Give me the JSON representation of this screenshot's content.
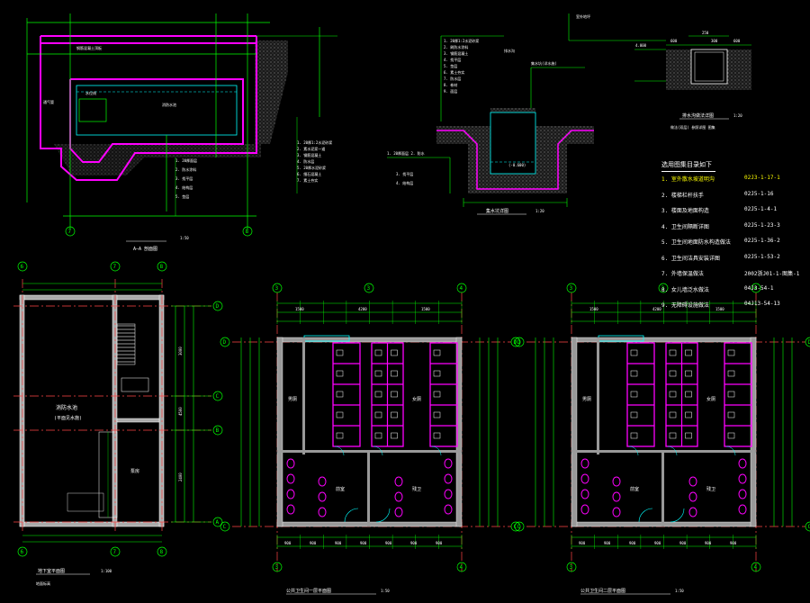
{
  "colors": {
    "background": "#000000",
    "dimension": "#00ff00",
    "wall": "#ff00ff",
    "axis": "#ff4444",
    "text": "#ffffff",
    "highlight": "#ffff00",
    "water": "#00ffff"
  },
  "views": {
    "tank_section": {
      "title": "",
      "scale": "1:50",
      "subtitle": "A—A 剖面图"
    },
    "pit_section": {
      "title": "集水坑详图",
      "scale": "1:20"
    },
    "drain_detail": {
      "title": "排水沟做法详图",
      "scale": "1:20",
      "note": "做法(双层)  参照详图  图集"
    },
    "basement_plan": {
      "title": "地下室平面图",
      "scale": "1:100",
      "room_main": "消防水池",
      "room_sub": "(平面见水施)",
      "pump_room": "泵房",
      "footnote": "地面标高"
    },
    "toilet_plan_1": {
      "title": "公共卫生间一层平面图",
      "scale": "1:50",
      "rooms": [
        "男厕",
        "女厕",
        "前室",
        "残卫"
      ]
    },
    "toilet_plan_2": {
      "title": "公共卫生间二层平面图",
      "scale": "1:50",
      "rooms": [
        "男厕",
        "女厕",
        "前室",
        "残卫"
      ]
    }
  },
  "axes": {
    "tank": [
      "7",
      "8"
    ],
    "basement_top": [
      "6",
      "7",
      "8"
    ],
    "basement_bottom": [
      "6",
      "7",
      "8"
    ],
    "basement_side": [
      "D",
      "C",
      "B",
      "A"
    ],
    "toilet_top": [
      "3",
      "4"
    ],
    "toilet_side": [
      "D",
      "C"
    ]
  },
  "legend": {
    "heading": "选用图集目录如下",
    "items": [
      {
        "no": "1",
        "text": "室外散水坡道明沟",
        "code": "02J3-1-17-1",
        "highlight": true
      },
      {
        "no": "2",
        "text": "楼梯栏杆扶手",
        "code": "02J5-1-16",
        "highlight": false
      },
      {
        "no": "3",
        "text": "楼面及地面构造",
        "code": "02J5-1-4-1",
        "highlight": false
      },
      {
        "no": "4",
        "text": "卫生间隔断详图",
        "code": "02J5-1-23-3",
        "highlight": false
      },
      {
        "no": "5",
        "text": "卫生间地面防水构造做法",
        "code": "02J5-1-36-2",
        "highlight": false
      },
      {
        "no": "6",
        "text": "卫生间洁具安装详图",
        "code": "02J5-1-53-2",
        "highlight": false
      },
      {
        "no": "7",
        "text": "外墙保温做法",
        "code": "2002浙J01-1-图集-1",
        "highlight": false
      },
      {
        "no": "8",
        "text": "女儿墙泛水做法",
        "code": "04J3-54-1",
        "highlight": false
      },
      {
        "no": "9",
        "text": "无障碍设施做法",
        "code": "04J13-54-13",
        "highlight": false
      }
    ]
  },
  "dims": {
    "toilet_top": [
      "1500",
      "4200",
      "1500"
    ],
    "toilet_bottom": [
      "900",
      "900",
      "900",
      "900",
      "900",
      "900",
      "900"
    ],
    "basement_side": [
      "3000",
      "4500",
      "2400"
    ],
    "scale_small": "1:50"
  }
}
